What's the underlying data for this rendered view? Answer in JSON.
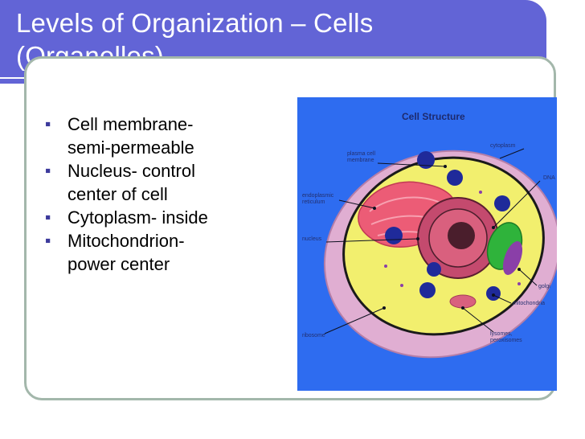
{
  "slide": {
    "title_line1": "Levels of Organization – Cells",
    "title_line2": "(Organelles)",
    "bullets": [
      {
        "line1": "Cell membrane-",
        "line2": "semi-permeable"
      },
      {
        "line1": "Nucleus- control",
        "line2": "center of cell"
      },
      {
        "line1": "Cytoplasm- inside",
        "line2": ""
      },
      {
        "line1": "Mitochondrion-",
        "line2": "power center"
      }
    ],
    "bullet_glyph": "▪"
  },
  "diagram": {
    "title": "Cell Structure",
    "labels": {
      "plasma_1": "plasma cell",
      "plasma_2": "membrane",
      "cytoplasm": "cytoplasm",
      "dna": "DNA",
      "er_1": "endoplasmic",
      "er_2": "reticulum",
      "nucleus": "nucleus",
      "golgi": "golgi",
      "mito": "mitochondria",
      "lyso_1": "lysomes,",
      "lyso_2": "peroxisomes",
      "ribosome": "ribosome"
    },
    "colors": {
      "background": "#2e6cf0",
      "cell_wall": "#e0aed2",
      "cytoplasm": "#f2ef6e",
      "er": "#ec5c76",
      "nucleus": "#c44a6e",
      "nucleolus": "#4a1e2c",
      "mitochondria": "#1f2a9a",
      "golgi": "#2fb33b",
      "lysosome": "#8a3fa8"
    }
  }
}
